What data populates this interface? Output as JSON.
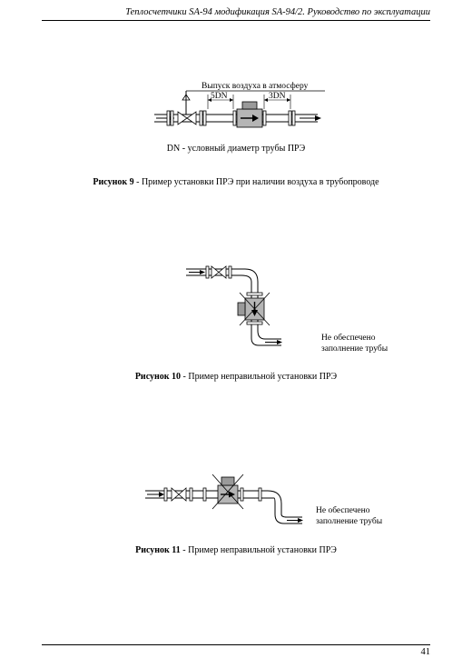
{
  "header": {
    "title": "Теплосчетчики SA-94 модификация SA-94/2. Руководство по эксплуатации"
  },
  "figure9": {
    "air_release_label": "Выпуск воздуха в атмосферу",
    "upstream_length_label": "5DN",
    "downstream_length_label": "3DN",
    "dn_note": "DN - условный диаметр трубы ПРЭ",
    "caption_number": "Рисунок 9",
    "caption_text": " - Пример установки ПРЭ при наличии воздуха в трубопроводе"
  },
  "figure10": {
    "note_line1": "Не обеспечено",
    "note_line2": "заполнение трубы",
    "caption_number": "Рисунок 10",
    "caption_text": " - Пример неправильной установки ПРЭ"
  },
  "figure11": {
    "note_line1": "Не обеспечено",
    "note_line2": "заполнение трубы",
    "caption_number": "Рисунок 11",
    "caption_text": " - Пример неправильной установки ПРЭ"
  },
  "footer": {
    "page_number": "41"
  }
}
